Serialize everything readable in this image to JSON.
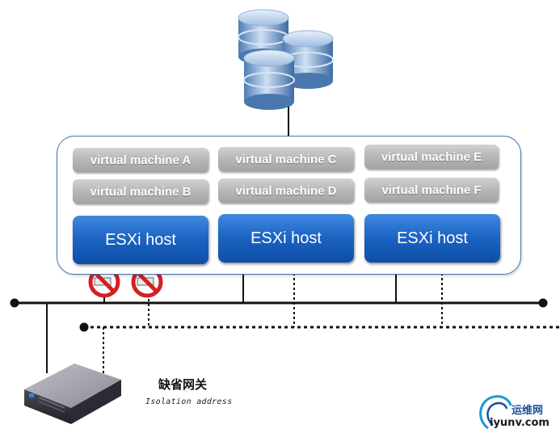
{
  "cluster": {
    "vms": [
      {
        "label": "virtual machine A"
      },
      {
        "label": "virtual machine B"
      },
      {
        "label": "virtual machine C"
      },
      {
        "label": "virtual machine D"
      },
      {
        "label": "virtual machine E"
      },
      {
        "label": "virtual machine F"
      }
    ],
    "hosts": [
      {
        "label": "ESXi host"
      },
      {
        "label": "ESXi host"
      },
      {
        "label": "ESXi host"
      }
    ]
  },
  "gateway": {
    "label_cn": "缺省网关",
    "label_en": "Isolation address"
  },
  "watermark": {
    "brand": "运维网",
    "url": "iyunv.com"
  },
  "colors": {
    "host_blue": "#1b62c2",
    "vm_gray": "#b9b9b9",
    "cluster_border": "#3f75b0",
    "no_sign_red": "#d42020",
    "storage_blue": "#6f97c6"
  }
}
